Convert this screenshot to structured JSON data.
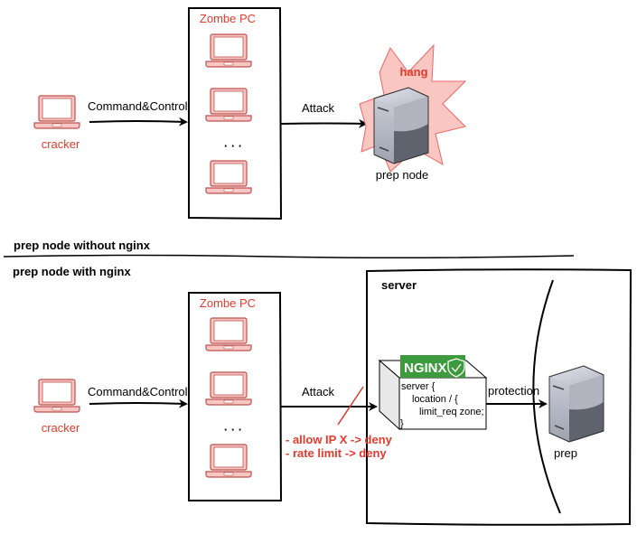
{
  "colors": {
    "accent_red": "#e23b2e",
    "laptop_fill": "#f8c7c4",
    "laptop_stroke": "#c0504d",
    "nginx_green": "#3d9a3d",
    "star_fill": "#f9c6c2"
  },
  "top_scenario": {
    "cracker_label": "cracker",
    "command_label": "Command&Control",
    "zombie_title": "Zombe PC",
    "ellipsis": "· · ·",
    "attack_label": "Attack",
    "hang_label": "hang",
    "server_label": "prep node",
    "section_title": "prep node without nginx"
  },
  "bottom_scenario": {
    "section_title": "prep node with nginx",
    "cracker_label": "cracker",
    "command_label": "Command&Control",
    "zombie_title": "Zombe PC",
    "ellipsis": "· · ·",
    "attack_label": "Attack",
    "rules": [
      "- allow IP X -> deny",
      "- rate limit -> deny"
    ],
    "server_box_title": "server",
    "nginx_logo": "NGINX",
    "nginx_config": [
      "server {",
      "location / {",
      "limit_req zone;",
      "}"
    ],
    "protection_label": "protection",
    "prep_label": "prep"
  }
}
